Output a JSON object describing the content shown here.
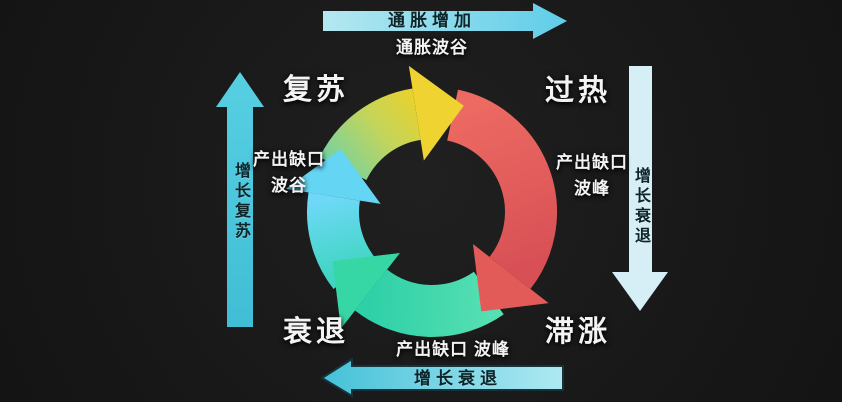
{
  "diagram": {
    "phases": {
      "recovery": "复苏",
      "overheat": "过热",
      "recession": "衰退",
      "stagflation": "滞涨"
    },
    "edge_arrows": {
      "top": "通胀增加",
      "left": "增长复苏",
      "right": "增长衰退",
      "bottom": "增长衰退"
    },
    "turning_points": {
      "top": "通胀波谷",
      "left_line1": "产出缺口",
      "left_line2": "波谷",
      "right_line1": "产出缺口",
      "right_line2": "波峰",
      "bottom": "产出缺口 波峰"
    },
    "colors": {
      "background": "#171717",
      "cycle_yellow": "#eed331",
      "cycle_red": "#e25b59",
      "cycle_teal": "#36d7a5",
      "cycle_cyan": "#64d5f2",
      "edge_arrow_cyan": "#5fcde8",
      "edge_arrow_pale": "#d6eef6",
      "label_white": "#f3f3f3",
      "arrow_text_dark": "#0d2429"
    }
  }
}
